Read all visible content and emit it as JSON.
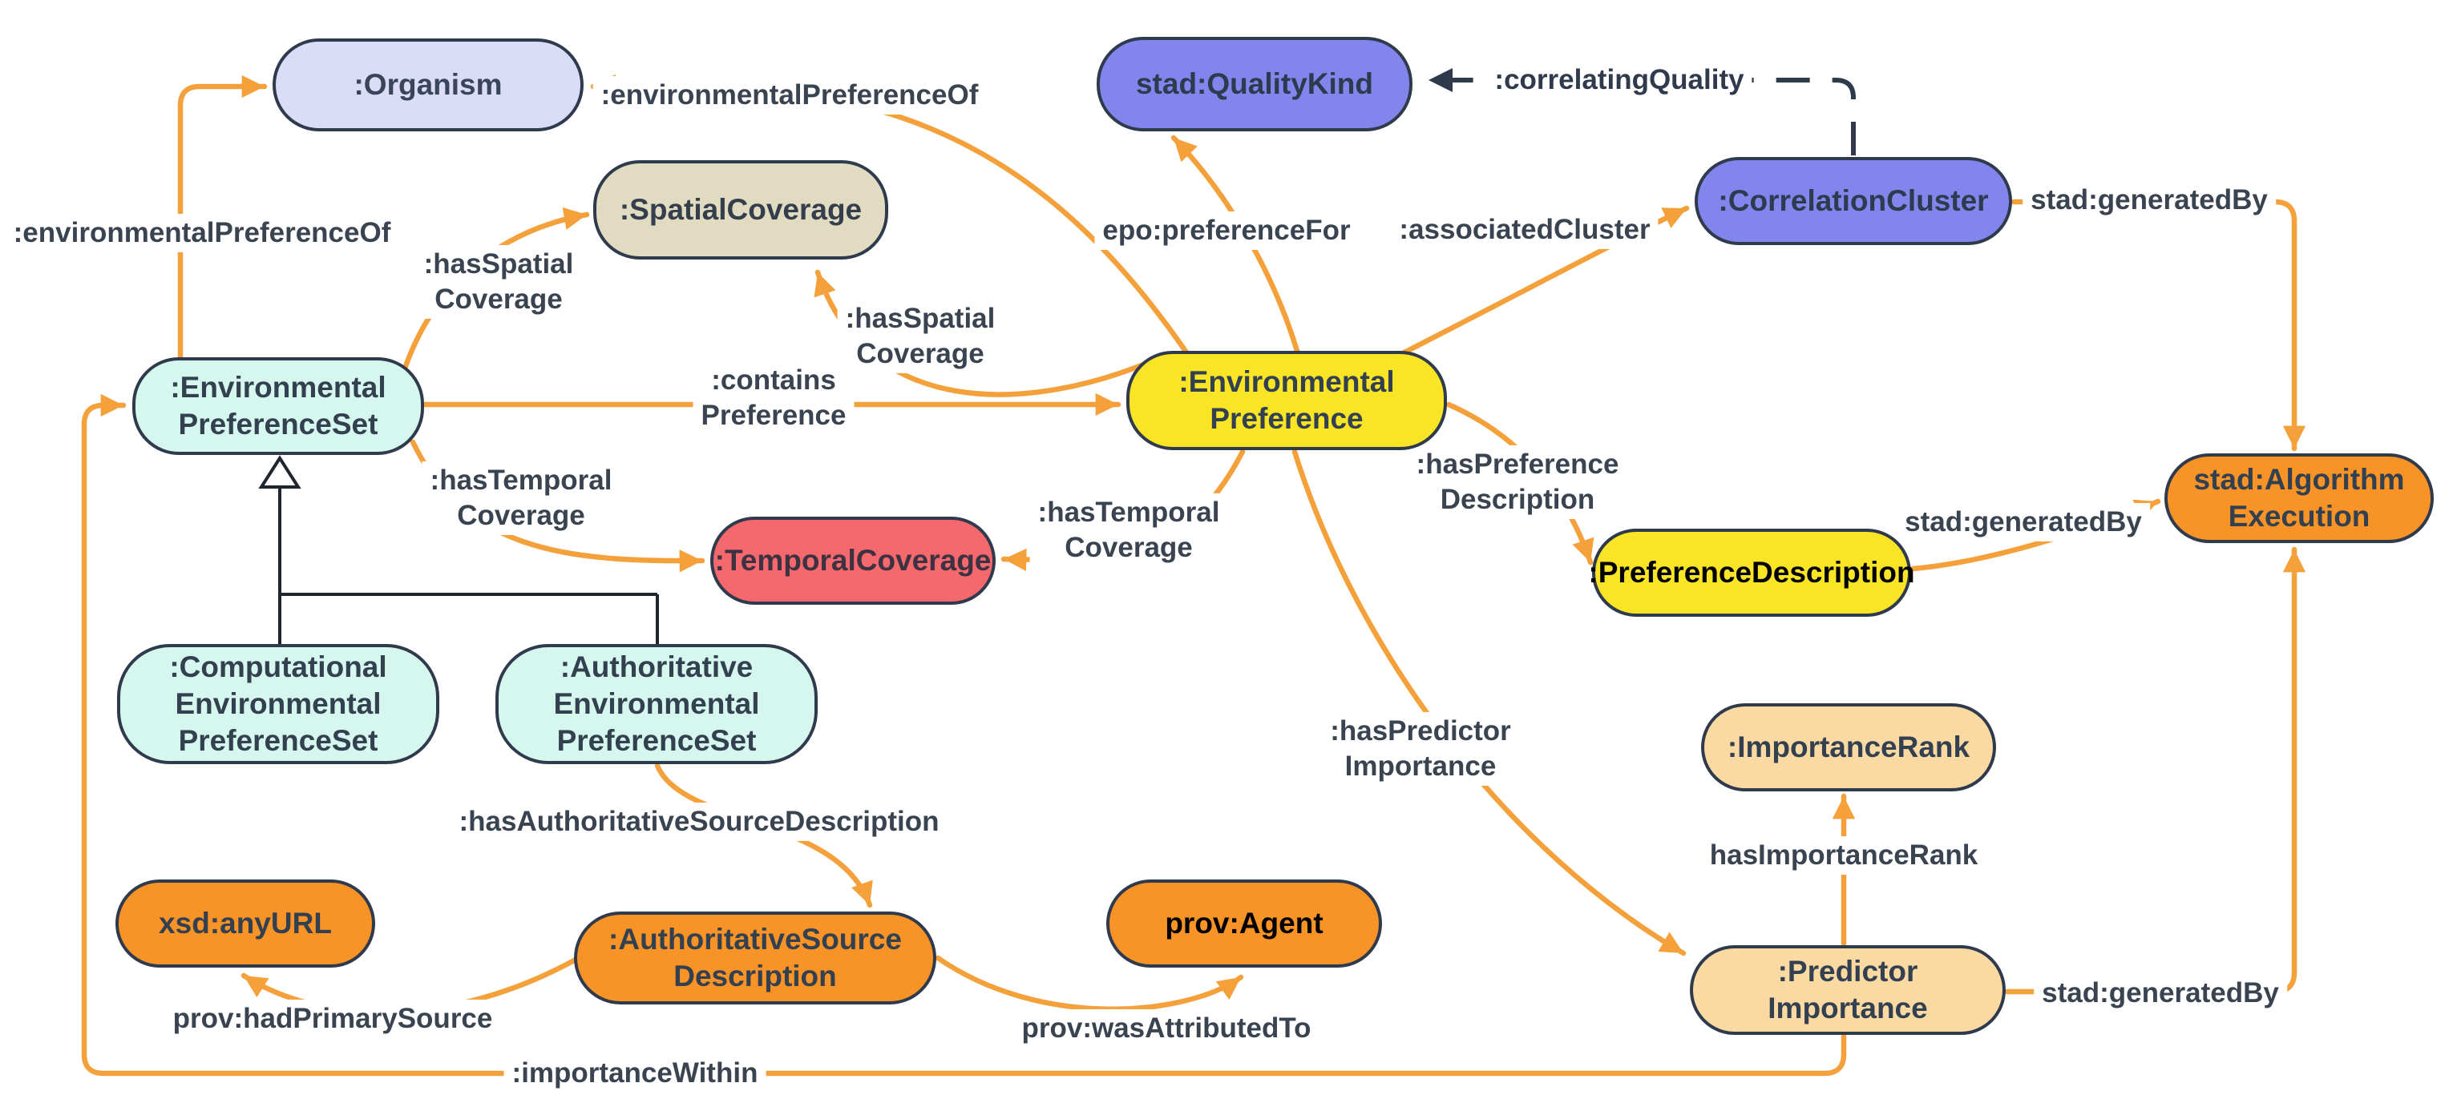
{
  "diagram": {
    "background": "#FFFFFF",
    "colors": {
      "edge_orange": "#F5A13B",
      "edge_dark": "#2F3B4D",
      "node_border": "#2F3B4D",
      "label_text": "#3A4451"
    },
    "nodes": {
      "organism": {
        "label": ":Organism",
        "fill": "#DBDCF8",
        "text": "#3A4657"
      },
      "quality_kind": {
        "label": "stad:QualityKind",
        "fill": "#8286EC",
        "text": "#2E3B4E"
      },
      "spatial_coverage": {
        "label": ":SpatialCoverage",
        "fill": "#E0DBC1",
        "text": "#343E4C"
      },
      "correlation_cluster": {
        "label": ":CorrelationCluster",
        "fill": "#8286EC",
        "text": "#2E3B4E"
      },
      "environmental_preference_set": {
        "label": ":Environmental\nPreferenceSet",
        "fill": "#D6F7ED",
        "text": "#33404F"
      },
      "environmental_preference": {
        "label": ":Environmental\nPreference",
        "fill": "#F9E426",
        "text": "#33404F"
      },
      "temporal_coverage": {
        "label": ":TemporalCoverage",
        "fill": "#F4686E",
        "text": "#3C3242"
      },
      "preference_description": {
        "label": ":PreferenceDescription",
        "fill": "#F9E426",
        "text": "#000000"
      },
      "algorithm_execution": {
        "label": "stad:Algorithm\nExecution",
        "fill": "#F79327",
        "text": "#33404F"
      },
      "computational_environmental_preference_set": {
        "label": ":Computational\nEnvironmental\nPreferenceSet",
        "fill": "#D6F7ED",
        "text": "#33404F"
      },
      "authoritative_environmental_preference_set": {
        "label": ":Authoritative\nEnvironmental\nPreferenceSet",
        "fill": "#D6F7ED",
        "text": "#33404F"
      },
      "importance_rank": {
        "label": ":ImportanceRank",
        "fill": "#FBD9A3",
        "text": "#33404F"
      },
      "any_url": {
        "label": "xsd:anyURL",
        "fill": "#F79327",
        "text": "#33404F"
      },
      "authoritative_source_description": {
        "label": ":AuthoritativeSource\nDescription",
        "fill": "#F79327",
        "text": "#33404F"
      },
      "prov_agent": {
        "label": "prov:Agent",
        "fill": "#F79327",
        "text": "#000000"
      },
      "predictor_importance": {
        "label": ":Predictor\nImportance",
        "fill": "#FBD9A3",
        "text": "#33404F"
      }
    },
    "edge_labels": {
      "environmental_preference_of_left": ":environmentalPreferenceOf",
      "environmental_preference_of_top": ":environmentalPreferenceOf",
      "has_spatial_coverage_left": ":hasSpatial\nCoverage",
      "has_spatial_coverage_right": ":hasSpatial\nCoverage",
      "contains_preference": ":contains\nPreference",
      "has_temporal_coverage_left": ":hasTemporal\nCoverage",
      "has_temporal_coverage_right": ":hasTemporal\nCoverage",
      "epo_preference_for": "epo:preferenceFor",
      "correlating_quality": ":correlatingQuality",
      "associated_cluster": ":associatedCluster",
      "stad_generated_by_top": "stad:generatedBy",
      "has_preference_description": ":hasPreference\nDescription",
      "stad_generated_by_mid": "stad:generatedBy",
      "has_predictor_importance": ":hasPredictor\nImportance",
      "has_importance_rank": "hasImportanceRank",
      "has_authoritative_source_description": ":hasAuthoritativeSourceDescription",
      "prov_had_primary_source": "prov:hadPrimarySource",
      "prov_was_attributed_to": "prov:wasAttributedTo",
      "stad_generated_by_bottom": "stad:generatedBy",
      "importance_within": ":importanceWithin"
    },
    "relations": [
      {
        "from": ":EnvironmentalPreferenceSet",
        "label": ":environmentalPreferenceOf",
        "to": ":Organism",
        "style": "orange-arrow"
      },
      {
        "from": ":EnvironmentalPreference",
        "label": ":environmentalPreferenceOf",
        "to": ":Organism",
        "style": "orange-arrow"
      },
      {
        "from": ":EnvironmentalPreferenceSet",
        "label": ":hasSpatialCoverage",
        "to": ":SpatialCoverage",
        "style": "orange-arrow"
      },
      {
        "from": ":EnvironmentalPreference",
        "label": ":hasSpatialCoverage",
        "to": ":SpatialCoverage",
        "style": "orange-arrow"
      },
      {
        "from": ":EnvironmentalPreferenceSet",
        "label": ":containsPreference",
        "to": ":EnvironmentalPreference",
        "style": "orange-arrow"
      },
      {
        "from": ":EnvironmentalPreferenceSet",
        "label": ":hasTemporalCoverage",
        "to": ":TemporalCoverage",
        "style": "orange-arrow"
      },
      {
        "from": ":EnvironmentalPreference",
        "label": ":hasTemporalCoverage",
        "to": ":TemporalCoverage",
        "style": "orange-arrow"
      },
      {
        "from": ":EnvironmentalPreference",
        "label": "epo:preferenceFor",
        "to": "stad:QualityKind",
        "style": "orange-arrow"
      },
      {
        "from": ":EnvironmentalPreference",
        "label": ":associatedCluster",
        "to": ":CorrelationCluster",
        "style": "orange-arrow"
      },
      {
        "from": ":CorrelationCluster",
        "label": ":correlatingQuality",
        "to": "stad:QualityKind",
        "style": "dashed-dark-arrow"
      },
      {
        "from": ":CorrelationCluster",
        "label": "stad:generatedBy",
        "to": "stad:AlgorithmExecution",
        "style": "orange-arrow"
      },
      {
        "from": ":EnvironmentalPreference",
        "label": ":hasPreferenceDescription",
        "to": ":PreferenceDescription",
        "style": "orange-arrow"
      },
      {
        "from": ":PreferenceDescription",
        "label": "stad:generatedBy",
        "to": "stad:AlgorithmExecution",
        "style": "orange-arrow"
      },
      {
        "from": ":EnvironmentalPreference",
        "label": ":hasPredictorImportance",
        "to": ":PredictorImportance",
        "style": "orange-arrow"
      },
      {
        "from": ":PredictorImportance",
        "label": "hasImportanceRank",
        "to": ":ImportanceRank",
        "style": "orange-arrow"
      },
      {
        "from": ":PredictorImportance",
        "label": "stad:generatedBy",
        "to": "stad:AlgorithmExecution",
        "style": "orange-arrow"
      },
      {
        "from": ":PredictorImportance",
        "label": ":importanceWithin",
        "to": ":EnvironmentalPreferenceSet",
        "style": "orange-arrow"
      },
      {
        "from": ":AuthoritativeEnvironmentalPreferenceSet",
        "label": ":hasAuthoritativeSourceDescription",
        "to": ":AuthoritativeSourceDescription",
        "style": "orange-arrow"
      },
      {
        "from": ":AuthoritativeSourceDescription",
        "label": "prov:hadPrimarySource",
        "to": "xsd:anyURL",
        "style": "orange-arrow"
      },
      {
        "from": ":AuthoritativeSourceDescription",
        "label": "prov:wasAttributedTo",
        "to": "prov:Agent",
        "style": "orange-arrow"
      },
      {
        "from": ":ComputationalEnvironmentalPreferenceSet",
        "to": ":EnvironmentalPreferenceSet",
        "style": "generalization"
      },
      {
        "from": ":AuthoritativeEnvironmentalPreferenceSet",
        "to": ":EnvironmentalPreferenceSet",
        "style": "generalization"
      }
    ]
  }
}
